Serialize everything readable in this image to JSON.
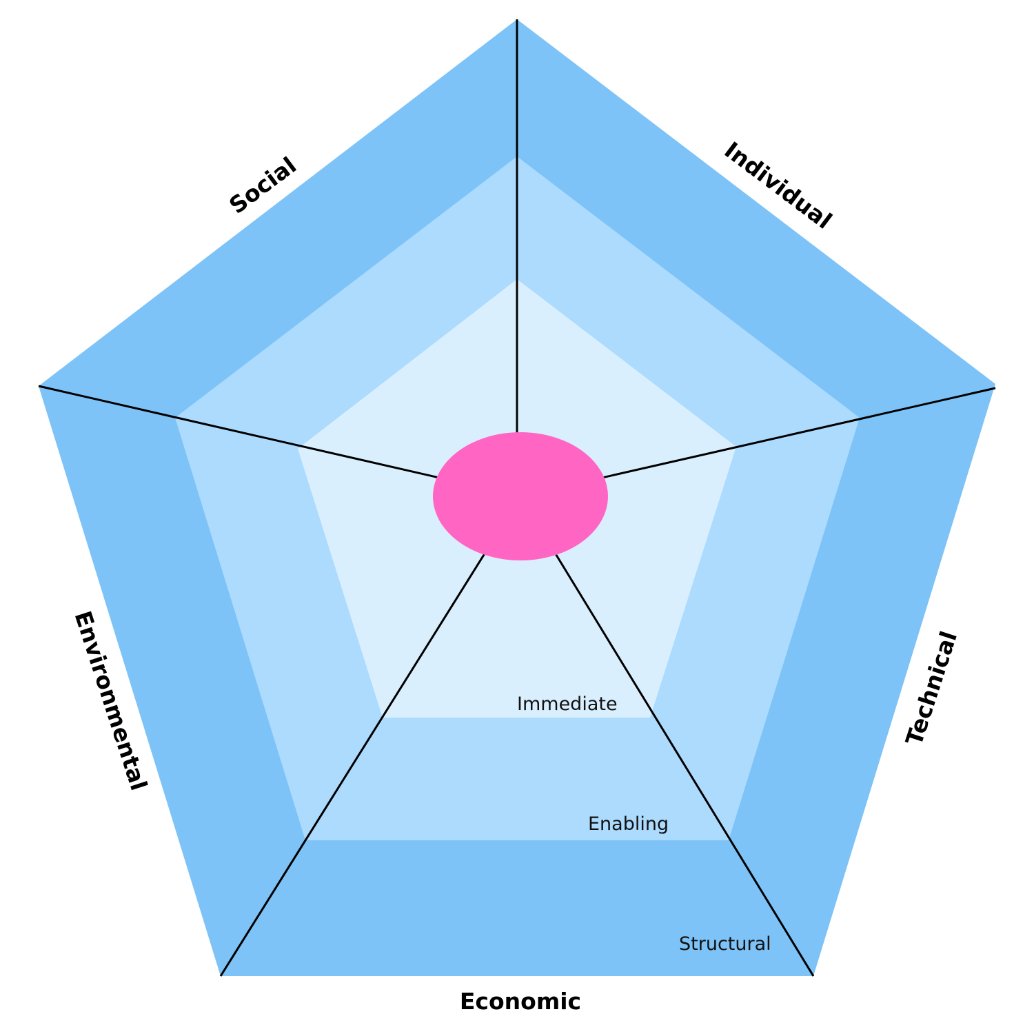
{
  "colors": {
    "outer": "#7DC3F7",
    "middle": "#ADDBFE",
    "inner": "#DAEFFE",
    "center": "#FF66C4",
    "axis": "#000000"
  },
  "dimensions": [
    "Social",
    "Individual",
    "Technical",
    "Economic",
    "Environmental"
  ],
  "levels": [
    "Immediate",
    "Enabling",
    "Structural"
  ]
}
